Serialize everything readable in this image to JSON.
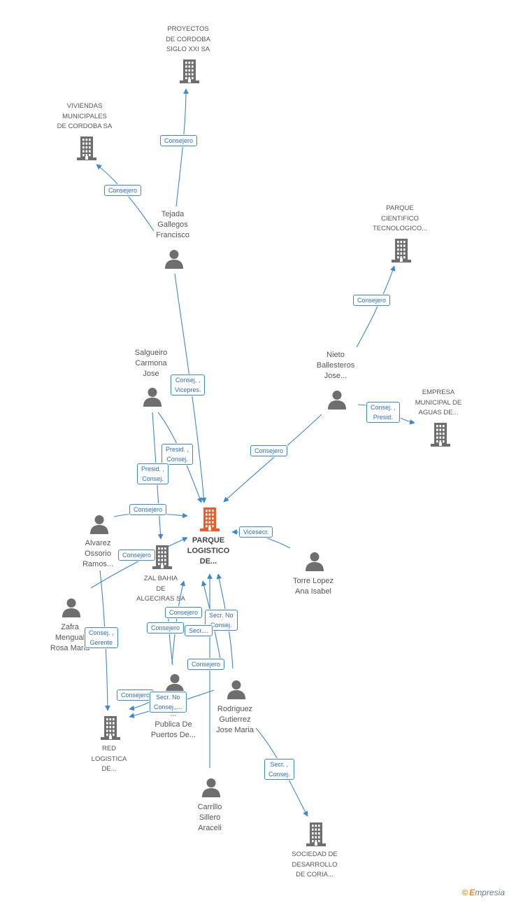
{
  "colors": {
    "edge": "#3a87d4",
    "label_text": "#2d6fb8",
    "node_icon": "#6e6e6e",
    "center_icon": "#f05a28"
  },
  "nodes": [
    {
      "id": "proyectos",
      "kind": "company",
      "label": "PROYECTOS\nDE CORDOBA\nSIGLO XXI SA",
      "icon": "building-icon"
    },
    {
      "id": "viviendas",
      "kind": "company",
      "label": "VIVIENDAS\nMUNICIPALES\nDE CORDOBA SA",
      "icon": "building-icon"
    },
    {
      "id": "tejada",
      "kind": "person",
      "label": "Tejada\nGallegos\nFrancisco",
      "icon": "person-icon"
    },
    {
      "id": "parque_cientifico",
      "kind": "company",
      "label": "PARQUE\nCIENTIFICO\nTECNOLOGICO...",
      "icon": "building-icon"
    },
    {
      "id": "salgueiro",
      "kind": "person",
      "label": "Salgueiro\nCarmona\nJose",
      "icon": "person-icon"
    },
    {
      "id": "nieto",
      "kind": "person",
      "label": "Nieto\nBallesteros\nJose...",
      "icon": "person-icon"
    },
    {
      "id": "emacsa",
      "kind": "company",
      "label": "EMPRESA\nMUNICIPAL DE\nAGUAS DE...",
      "icon": "building-icon"
    },
    {
      "id": "parque_logistico",
      "kind": "center",
      "label": "PARQUE\nLOGISTICO\nDE...",
      "icon": "building-icon"
    },
    {
      "id": "alvarez",
      "kind": "person",
      "label": "Alvarez\nOssorio\nRamos...",
      "icon": "person-icon"
    },
    {
      "id": "zal",
      "kind": "company",
      "label": "ZAL BAHIA\nDE\nALGECIRAS SA",
      "icon": "building-icon"
    },
    {
      "id": "torre",
      "kind": "person",
      "label": "Torre Lopez\nAna Isabel",
      "icon": "person-icon"
    },
    {
      "id": "zafra",
      "kind": "person",
      "label": "Zafra\nMengual\nRosa Maria",
      "icon": "person-icon"
    },
    {
      "id": "autoridad",
      "kind": "person",
      "label": "...\nPublica De\nPuertos De...",
      "icon": "person-icon"
    },
    {
      "id": "rodriguez",
      "kind": "person",
      "label": "Rodriguez\nGutierrez\nJose Maria",
      "icon": "person-icon"
    },
    {
      "id": "red",
      "kind": "company",
      "label": "RED\nLOGISTICA\nDE...",
      "icon": "building-icon"
    },
    {
      "id": "carrillo",
      "kind": "person",
      "label": "Carrillo\nSillero\nAraceli",
      "icon": "person-icon"
    },
    {
      "id": "coria",
      "kind": "company",
      "label": "SOCIEDAD DE\nDESARROLLO\nDE CORIA...",
      "icon": "building-icon"
    }
  ],
  "edge_labels": [
    "Consejero",
    "Consejero",
    "Consejero",
    "Consej. ,\nVicepres.",
    "Consej. ,\nPresid.",
    "Consejero",
    "Presid. ,\nConsej.",
    "Presid. ,\nConsej.",
    "Consejero",
    "Vicesecr.",
    "Consejero",
    "Consej. ,\nGerente",
    "Consejero",
    "Secr.  No\nConsej.",
    "Consejero",
    "Secr....",
    "Consejero",
    "Consejero",
    "Secr.  No\nConsej.,...",
    "Secr. ,\nConsej."
  ],
  "brand": {
    "symbol": "©",
    "initial": "E",
    "rest": "mpresia"
  }
}
